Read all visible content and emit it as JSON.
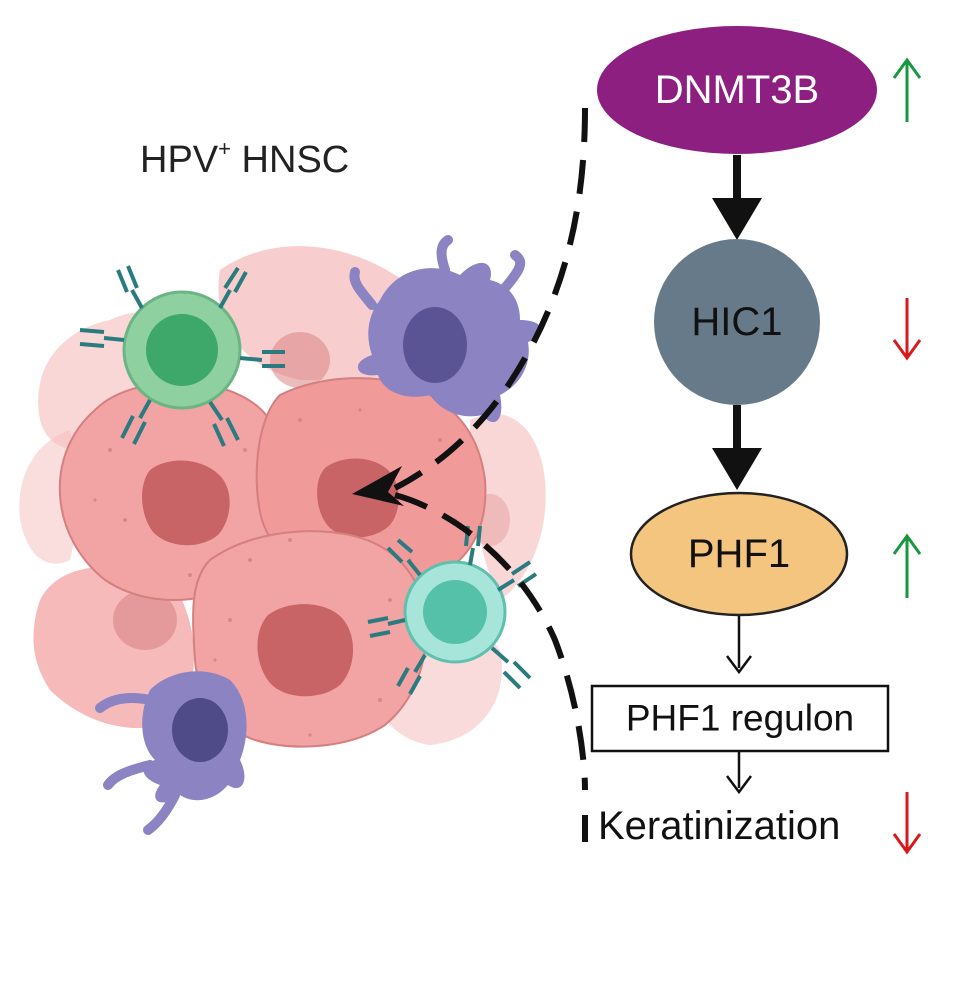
{
  "figure": {
    "tissue_label": {
      "prefix": "HPV",
      "superscript": "+",
      "suffix": " HNSC"
    },
    "pathway": {
      "nodes": [
        {
          "id": "dnmt3b",
          "label": "DNMT3B",
          "shape": "ellipse",
          "color": "#8c1f80",
          "text_color": "#ffffff",
          "trend": "up"
        },
        {
          "id": "hic1",
          "label": "HIC1",
          "shape": "circle",
          "color": "#667a89",
          "text_color": "#111111",
          "trend": "down"
        },
        {
          "id": "phf1",
          "label": "PHF1",
          "shape": "ellipse",
          "color": "#f4c57e",
          "text_color": "#111111",
          "trend": "up"
        }
      ],
      "regulon_box": {
        "label": "PHF1 regulon"
      },
      "outcome": {
        "label": "Keratinization",
        "trend": "down"
      }
    },
    "colors": {
      "up_arrow": "#1a9641",
      "down_arrow": "#d7191c",
      "tumor_cell": "#f2a3a3",
      "tumor_nucleus": "#c86466",
      "t_cell_green": "#8fd0a0",
      "t_cell_teal": "#6fd3c2",
      "dendritic_cell": "#8b83c2",
      "antibody": "#2a7b7f"
    }
  }
}
